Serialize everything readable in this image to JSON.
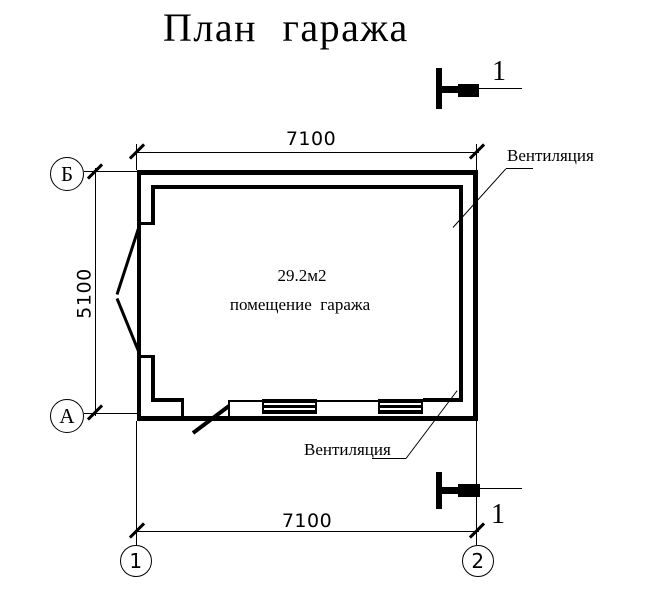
{
  "colors": {
    "ink": "#000000",
    "paper": "#ffffff"
  },
  "title": "План гаража",
  "room": {
    "area": "29.2м2",
    "name": "помещение  гаража"
  },
  "dimensions": {
    "width_top": "7100",
    "width_bottom": "7100",
    "height_left": "5100"
  },
  "axes": {
    "row_top": "Б",
    "row_bottom": "А",
    "col_left": "1",
    "col_right": "2"
  },
  "section": {
    "top_label": "1",
    "bottom_label": "1"
  },
  "annotations": {
    "ventilation_top": "Вентиляция",
    "ventilation_bottom": "Вентиляция"
  }
}
